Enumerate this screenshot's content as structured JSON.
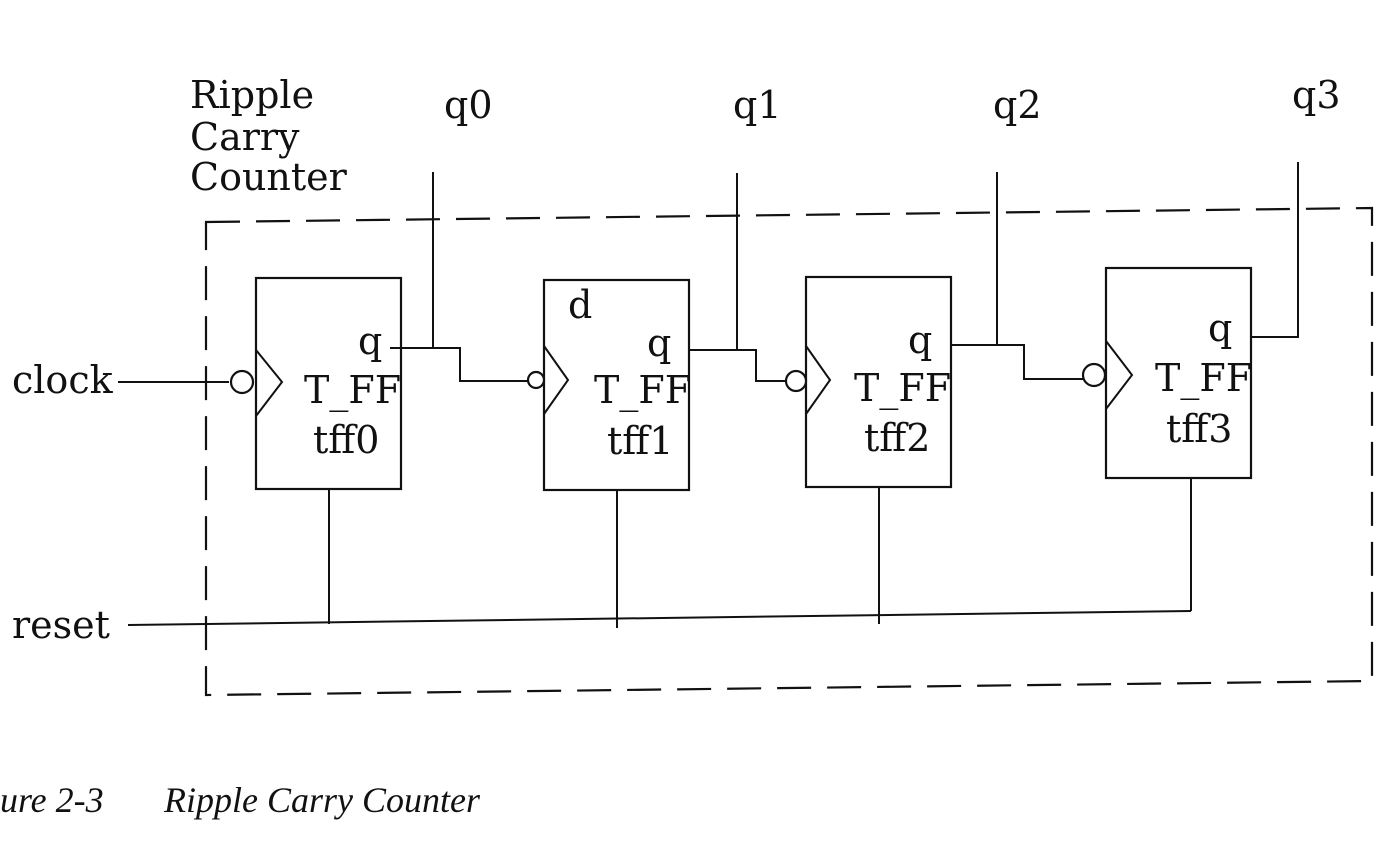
{
  "module_label": [
    "Ripple",
    "Carry",
    "Counter"
  ],
  "inputs": {
    "clock": "clock",
    "reset": "reset"
  },
  "outputs": [
    "q0",
    "q1",
    "q2",
    "q3"
  ],
  "flip_flops": [
    {
      "type": "T_FF",
      "instance": "tff0",
      "out_pin": "q"
    },
    {
      "type": "T_FF",
      "instance": "tff1",
      "out_pin": "q",
      "extra_pin": "d"
    },
    {
      "type": "T_FF",
      "instance": "tff2",
      "out_pin": "q"
    },
    {
      "type": "T_FF",
      "instance": "tff3",
      "out_pin": "q"
    }
  ],
  "caption": {
    "number": "ure 2-3",
    "title": "Ripple Carry Counter"
  }
}
